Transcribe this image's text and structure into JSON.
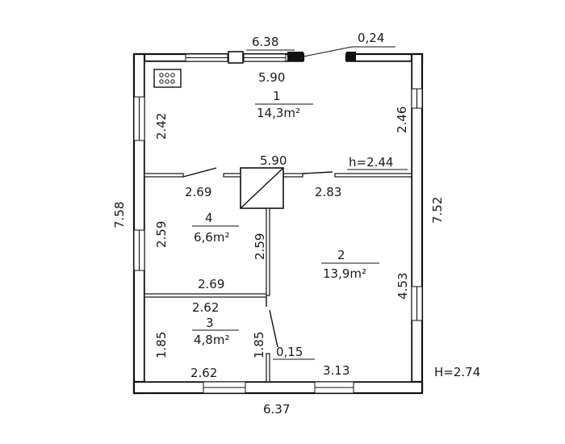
{
  "dimensions": {
    "top_outer": "6.38",
    "top_notch": "0,24",
    "room1_width": "5.90",
    "room1_left_height": "2.42",
    "room1_right_height": "2.46",
    "mid_width": "5.90",
    "room_height_label": "h=2.44",
    "room4_top_width": "2.69",
    "room2_top_width": "2.83",
    "left_outer_height": "7.58",
    "right_outer_height": "7.52",
    "room4_left_height": "2.59",
    "room4_right_height": "2.59",
    "room4_bottom_width": "2.69",
    "room3_top_width": "2.62",
    "room3_left_height": "1.85",
    "room3_right_height": "1.85",
    "partition_thickness": "0,15",
    "room3_bottom_width": "2.62",
    "room2_bottom_width": "3.13",
    "room2_right_height": "4.53",
    "bottom_outer": "6.37",
    "building_height": "H=2.74"
  },
  "rooms": [
    {
      "number": "1",
      "area": "14,3m²"
    },
    {
      "number": "2",
      "area": "13,9m²"
    },
    {
      "number": "3",
      "area": "4,8m²"
    },
    {
      "number": "4",
      "area": "6,6m²"
    }
  ],
  "icons": [
    "stove-icon",
    "chimney-icon"
  ]
}
